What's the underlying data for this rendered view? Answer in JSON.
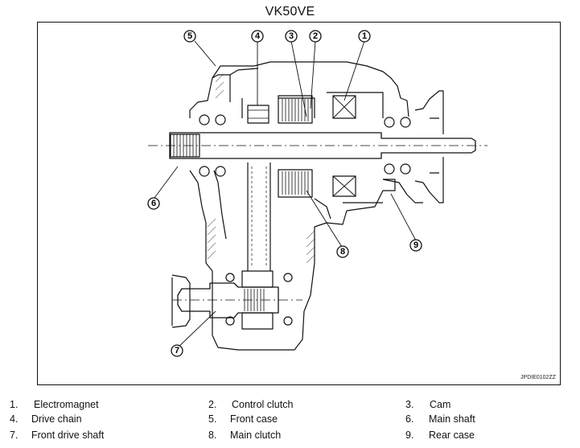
{
  "title": "VK50VE",
  "reference_code": "JPDIE0102ZZ",
  "callouts": [
    {
      "number": "1"
    },
    {
      "number": "2"
    },
    {
      "number": "3"
    },
    {
      "number": "4"
    },
    {
      "number": "5"
    },
    {
      "number": "6"
    },
    {
      "number": "7"
    },
    {
      "number": "8"
    },
    {
      "number": "9"
    }
  ],
  "legend": [
    {
      "number": "1.",
      "label": "Electromagnet"
    },
    {
      "number": "2.",
      "label": "Control clutch"
    },
    {
      "number": "3.",
      "label": "Cam"
    },
    {
      "number": "4.",
      "label": "Drive chain"
    },
    {
      "number": "5.",
      "label": "Front case"
    },
    {
      "number": "6.",
      "label": "Main shaft"
    },
    {
      "number": "7.",
      "label": "Front drive shaft"
    },
    {
      "number": "8.",
      "label": "Main clutch"
    },
    {
      "number": "9.",
      "label": "Rear case"
    }
  ]
}
